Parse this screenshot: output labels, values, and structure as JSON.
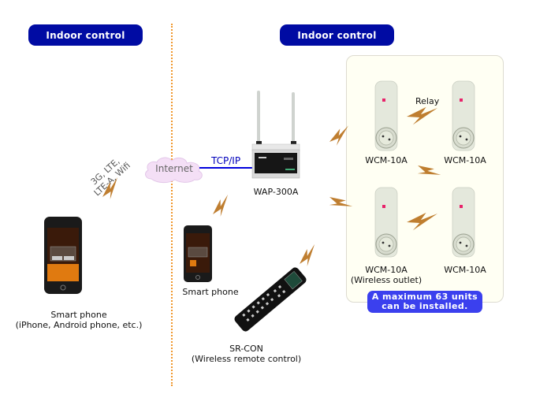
{
  "headers": {
    "left": "Indoor control",
    "right": "Indoor control"
  },
  "connections": {
    "mobile_link": [
      "3G, LTE,",
      "LTE-A, Wifi"
    ],
    "internet": "Internet",
    "tcp_ip": "TCP/IP",
    "relay": "Relay"
  },
  "devices": {
    "smartphone_left": {
      "name": "Smart phone",
      "subtitle": "(iPhone, Android phone, etc.)"
    },
    "smartphone_mid": {
      "name": "Smart phone"
    },
    "router": {
      "name": "WAP-300A"
    },
    "remote": {
      "name": "SR-CON",
      "subtitle": "(Wireless remote control)"
    },
    "outlets": [
      {
        "name": "WCM-10A",
        "subtitle": ""
      },
      {
        "name": "WCM-10A",
        "subtitle": ""
      },
      {
        "name": "WCM-10A",
        "subtitle": "(Wireless outlet)"
      },
      {
        "name": "WCM-10A",
        "subtitle": ""
      }
    ]
  },
  "badge": {
    "line1": "A maximum 63 units",
    "line2": "can be installed."
  },
  "colors": {
    "header_bg": "#000ba3",
    "badge_bg": "#3b40ee",
    "divider": "#f0962a",
    "tcp_line": "#0000dd",
    "lightning": "#b8701a",
    "panel_bg": "#fffff3"
  }
}
